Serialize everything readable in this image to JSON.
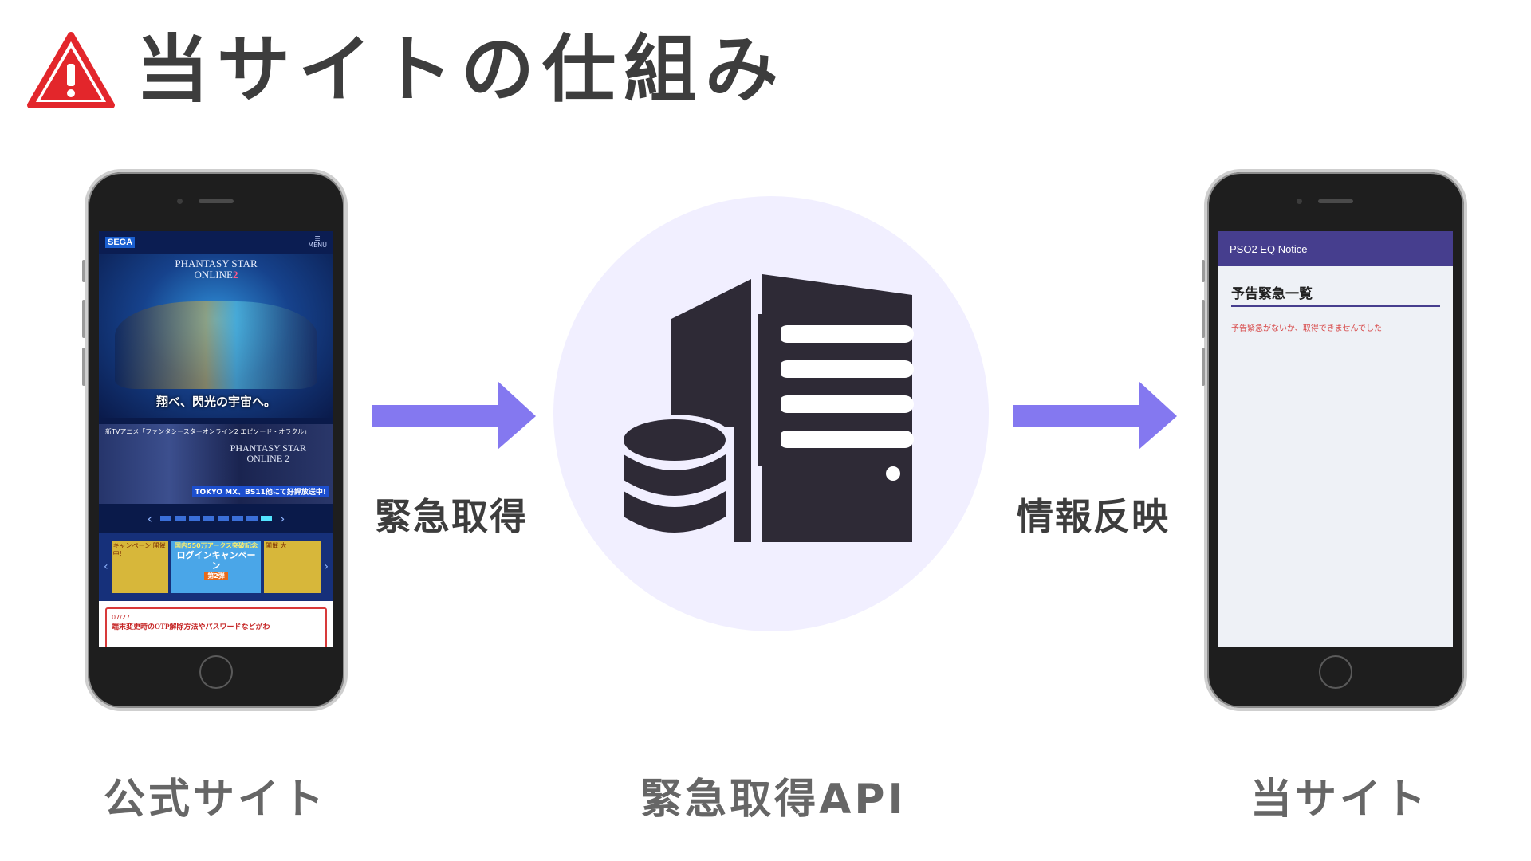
{
  "title": {
    "icon": "warning-icon",
    "text": "当サイトの仕組み"
  },
  "official_phone": {
    "brand": "SEGA",
    "menu_label": "MENU",
    "game_logo_line1": "PHANTASY STAR",
    "game_logo_line2": "ONLINE",
    "game_logo_num": "2",
    "slogan": "翔べ、閃光の宇宙へ。",
    "banner_top": "新TVアニメ「ファンタシースターオンライン2 エピソード・オラクル」",
    "banner_logo_line1": "PHANTASY STAR",
    "banner_logo_line2": "ONLINE 2",
    "banner_air": "TOKYO MX、BS11他にて好評放送中!",
    "campaign_left": "キャンペーン 開催中!",
    "campaign_main_top": "国内550万アークス突破記念",
    "campaign_main_big": "ログインキャンペーン",
    "campaign_main_badge": "第2弾",
    "campaign_right": "開催 大",
    "news_date": "07/27",
    "news_text": "端末変更時のOTP解除方法やパスワードなどがわ"
  },
  "app_phone": {
    "app_title": "PSO2 EQ Notice",
    "heading": "予告緊急一覧",
    "message": "予告緊急がないか、取得できませんでした"
  },
  "arrows": {
    "left_label": "緊急取得",
    "right_label": "情報反映",
    "color": "#8478f0"
  },
  "server": {
    "icon": "server-database-icon",
    "circle_color": "#f1efff",
    "icon_color": "#2e2a36"
  },
  "captions": {
    "left": "公式サイト",
    "center": "緊急取得API",
    "right": "当サイト"
  }
}
